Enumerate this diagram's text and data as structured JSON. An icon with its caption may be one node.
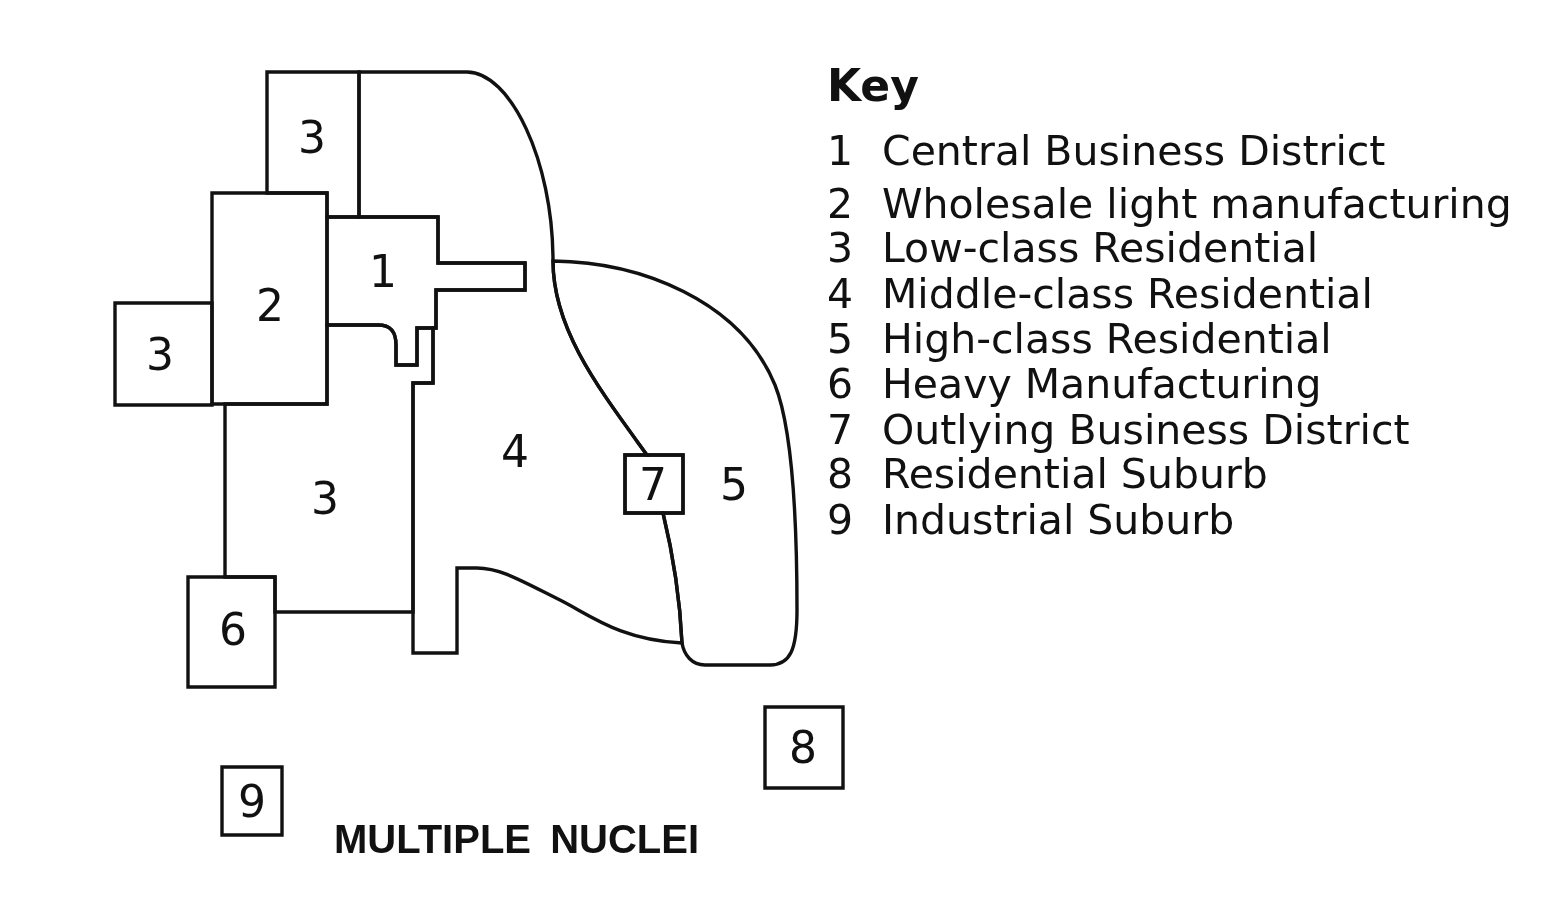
{
  "diagram": {
    "caption": "MULTIPLE NUCLEI",
    "nodes": [
      {
        "text": [
          "3"
        ]
      },
      {
        "text": [
          "2"
        ]
      },
      {
        "text": [
          "1"
        ]
      },
      {
        "text": [
          "3"
        ]
      },
      {
        "text": [
          "4"
        ]
      },
      {
        "text": [
          "5"
        ]
      },
      {
        "text": [
          "7"
        ]
      },
      {
        "text": [
          "3"
        ]
      },
      {
        "text": [
          "6"
        ]
      },
      {
        "text": [
          "8"
        ]
      },
      {
        "text": [
          "9"
        ]
      }
    ],
    "labels": [
      "Key",
      "1",
      "Central Business District",
      "2",
      "Wholesale light manufacturing",
      "3",
      "Low-class Residential",
      "4",
      "Middle-class Residential",
      "5",
      "High-class Residential",
      "6",
      "Heavy Manufacturing",
      "7",
      "Outlying Business District",
      "8",
      "Residential Suburb",
      "9",
      "Industrial Suburb"
    ]
  }
}
